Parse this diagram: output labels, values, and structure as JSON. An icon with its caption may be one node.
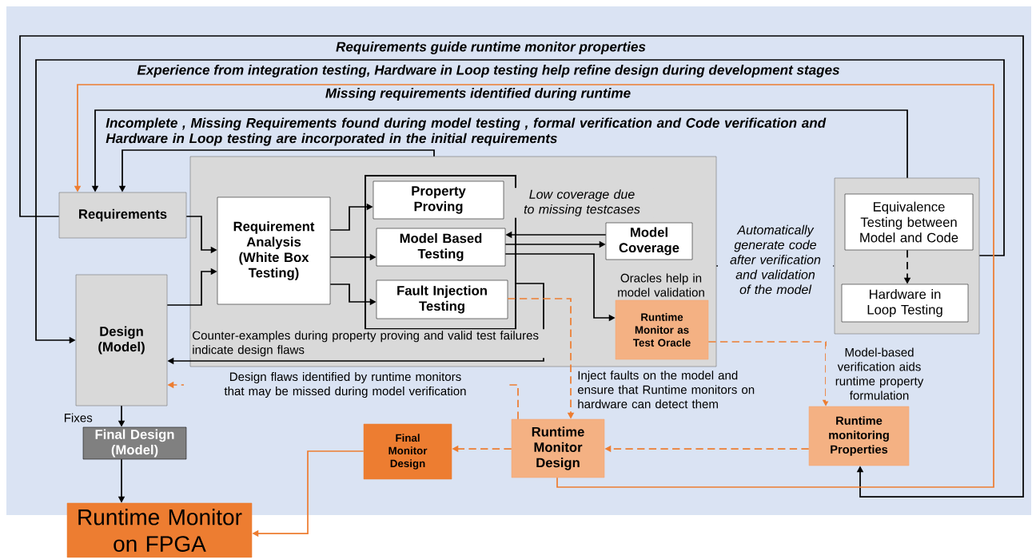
{
  "diagram": {
    "nodes": [
      {
        "text": [
          "Requirements"
        ]
      },
      {
        "text": [
          "Design (Model)"
        ]
      },
      {
        "text": [],
        "shape": "box"
      },
      {
        "text": [
          "Requirement Analysis (White Box Testing)"
        ],
        "in": 2
      },
      {
        "text": [],
        "shape": "box",
        "in": 2
      },
      {
        "text": [
          "Property Proving"
        ],
        "in": 4
      },
      {
        "text": [
          "Model Based Testing"
        ],
        "in": 4
      },
      {
        "text": [
          "Fault Injection Testing"
        ],
        "in": 4
      },
      {
        "text": [
          "Model Coverage"
        ],
        "in": 2
      },
      {
        "text": [
          "Runtime Monitor as Test Oracle"
        ],
        "in": 2,
        "beside": [
          "Oracles help in model validation"
        ]
      },
      {
        "text": [],
        "shape": "box"
      },
      {
        "text": [
          "Equivalence Testing between Model and Code"
        ],
        "in": 10
      },
      {
        "text": [
          "Hardware in Loop Testing"
        ],
        "in": 10
      },
      {
        "text": [
          "Final Design (Model)"
        ]
      },
      {
        "text": [
          "Runtime Monitor on FPGA"
        ]
      },
      {
        "text": [
          "Final Monitor Design"
        ]
      },
      {
        "text": [
          "Runtime Monitor Design"
        ]
      },
      {
        "text": [
          "Runtime monitoring Properties"
        ]
      }
    ],
    "edges": [
      {
        "from": 10,
        "to": 1,
        "arrow": "to",
        "label": "Experience from integration testing, Hardware in Loop testing help refine design during development stages"
      },
      {
        "from": 0,
        "to": 17,
        "arrow": "to",
        "label": "Requirements guide runtime monitor properties"
      },
      {
        "from": 16,
        "to": 0,
        "arrow": "to",
        "color": "#ed7d31",
        "label": "Missing requirements identified during runtime"
      },
      {
        "from": 10,
        "to": 0,
        "arrow": "to"
      },
      {
        "from": 2,
        "to": 0,
        "arrow": "to",
        "label": "Incomplete , Missing Requirements found during  model testing , formal verification and Code verification and Hardware in Loop testing are incorporated in the initial requirements"
      },
      {
        "from": 0,
        "to": 3,
        "arrow": "to"
      },
      {
        "from": 1,
        "to": 3,
        "arrow": "to"
      },
      {
        "from": 3,
        "to": 5,
        "arrow": "to"
      },
      {
        "from": 3,
        "to": 6,
        "arrow": "to"
      },
      {
        "from": 3,
        "to": 7,
        "arrow": "to"
      },
      {
        "from": 8,
        "to": 6,
        "arrow": "to",
        "label": "Low coverage due to missing testcases"
      },
      {
        "from": 6,
        "to": 8,
        "arrow": "to"
      },
      {
        "from": 6,
        "to": 9,
        "arrow": "to"
      },
      {
        "from": 4,
        "to": 1,
        "arrow": "to",
        "label": "Counter-examples during property proving and valid test failures indicate design flaws"
      },
      {
        "from": 2,
        "to": 10,
        "arrow": "to",
        "label": "Automatically generate code after verification and validation of the model"
      },
      {
        "from": 11,
        "to": 12,
        "arrow": "to",
        "style": "dashed"
      },
      {
        "from": 7,
        "to": 16,
        "arrow": "to",
        "style": "dashed",
        "color": "#ed7d31",
        "label": "Inject faults on the model  and ensure that Runtime monitors on hardware can detect them"
      },
      {
        "from": 9,
        "to": 17,
        "arrow": "to",
        "style": "dashed",
        "color": "#ed7d31",
        "label": "Model-based verification aids runtime property formulation"
      },
      {
        "from": 17,
        "to": 16,
        "arrow": "to",
        "style": "dashed",
        "color": "#ed7d31"
      },
      {
        "from": 16,
        "to": 15,
        "arrow": "to",
        "style": "dashed",
        "color": "#ed7d31"
      },
      {
        "from": 16,
        "to": 1,
        "arrow": "to",
        "style": "dashed",
        "color": "#ed7d31",
        "label": "Design flaws identified by runtime monitors that may be missed during model verification"
      },
      {
        "from": 1,
        "to": 13,
        "arrow": "to",
        "label": "Fixes"
      },
      {
        "from": 13,
        "to": 14,
        "arrow": "to"
      },
      {
        "from": 15,
        "to": 14,
        "arrow": "to",
        "color": "#ed7d31"
      }
    ]
  }
}
